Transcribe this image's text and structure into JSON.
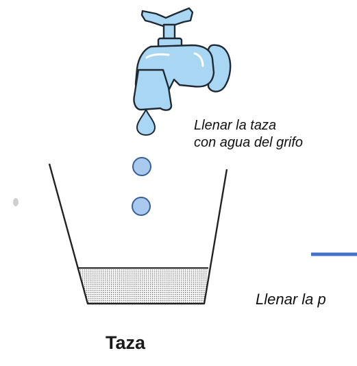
{
  "diagram": {
    "tap_caption": {
      "line1": "Llenar la taza",
      "line2": "con agua del grifo"
    },
    "cut_caption": "Llenar la p",
    "cup_label": "Taza",
    "icons": [
      "faucet-icon",
      "water-drop-icon",
      "water-bubble-icon",
      "water-bubble-icon"
    ],
    "colors": {
      "faucet_fill": "#a9d6f2",
      "faucet_outline": "#1f2933",
      "bubble_fill": "#a9c9ee",
      "bubble_stroke": "#3a5f95",
      "arrow": "#4472c4",
      "water_dots": "#777777"
    }
  }
}
